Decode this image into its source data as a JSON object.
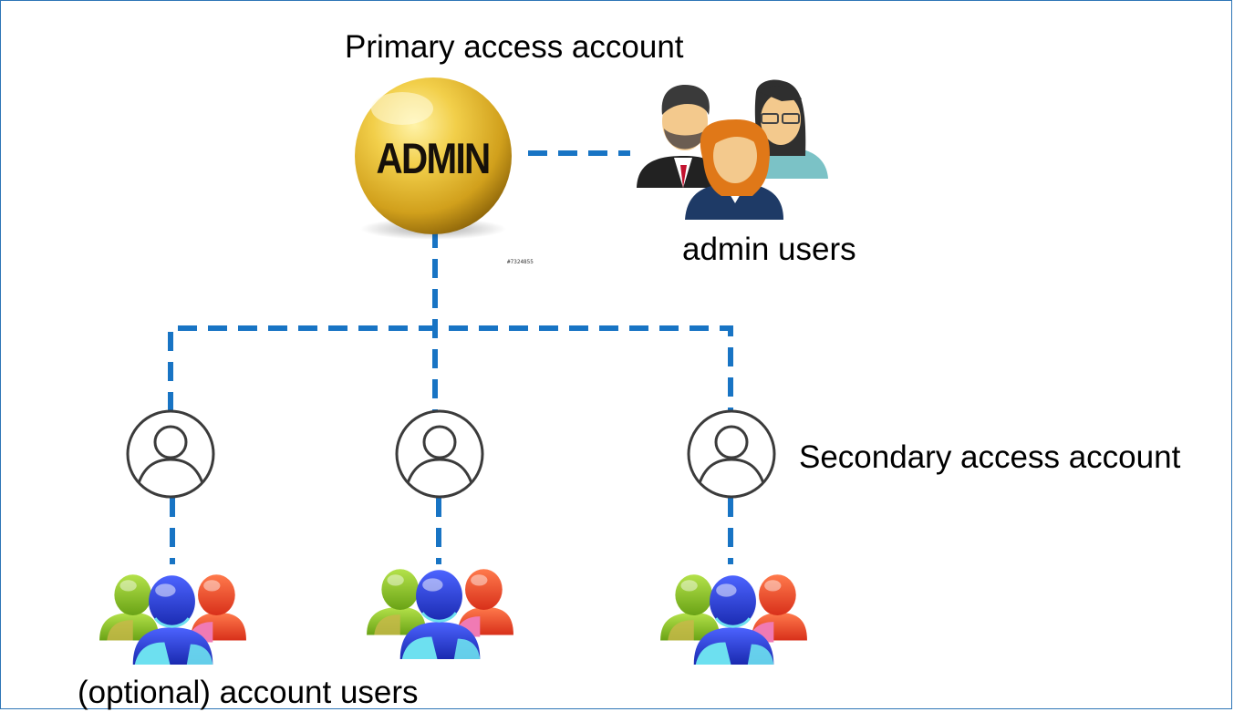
{
  "labels": {
    "primary": "Primary access account",
    "admin_users": "admin users",
    "secondary": "Secondary access account",
    "account_users": "(optional) account users"
  },
  "admin_badge": {
    "text": "ADMIN",
    "stamp": "#7324855"
  },
  "colors": {
    "connector": "#1874c4",
    "frame": "#2e75b6",
    "gold_light": "#fff3a8",
    "gold": "#e0b42a",
    "gold_dark": "#8a6208",
    "user_green": "#8fcc2a",
    "user_blue": "#2c3fd6",
    "user_cyan": "#6de0f0",
    "user_red": "#f0502a",
    "user_pink": "#f07ab4"
  },
  "icons": {
    "primary": "admin-gold-sphere-icon",
    "admin_group": "admin-people-group-icon",
    "secondary": "user-circle-icon",
    "account_group": "colored-user-group-icon"
  }
}
